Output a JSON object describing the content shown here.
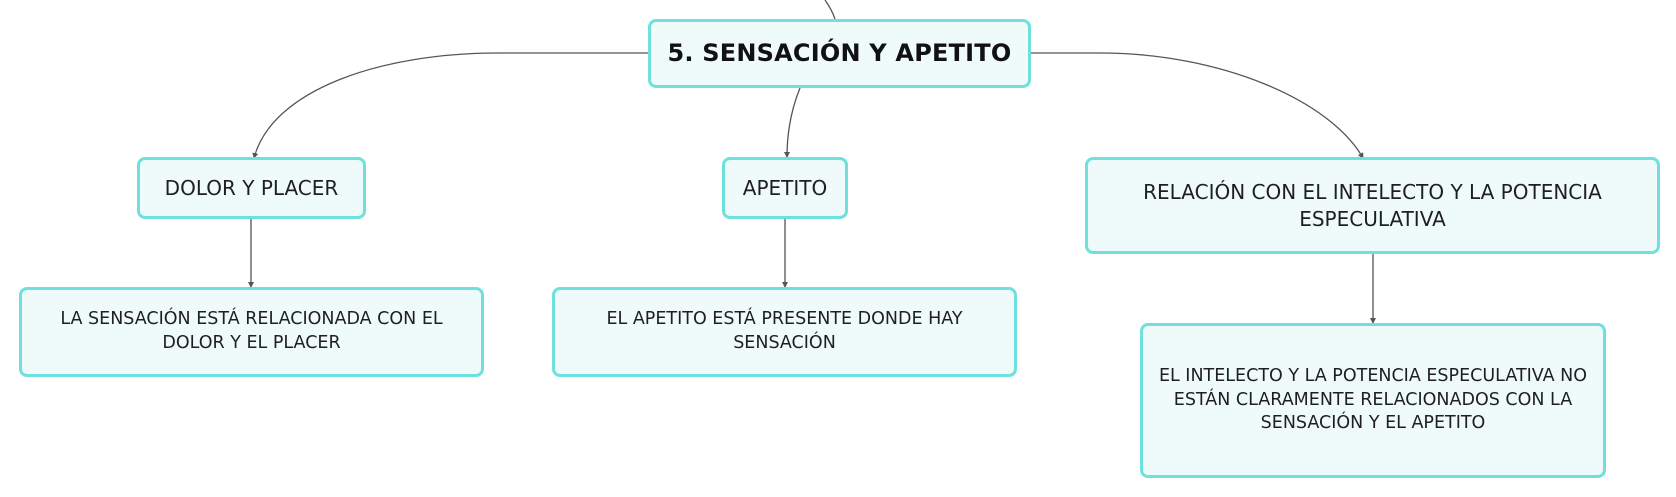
{
  "diagram": {
    "root": {
      "label": "5. SENSACIÓN Y APETITO"
    },
    "branches": [
      {
        "label": "DOLOR Y PLACER",
        "child": {
          "label": "LA SENSACIÓN ESTÁ RELACIONADA CON EL DOLOR Y EL PLACER"
        }
      },
      {
        "label": "APETITO",
        "child": {
          "label": "EL APETITO ESTÁ PRESENTE DONDE HAY SENSACIÓN"
        }
      },
      {
        "label": "RELACIÓN CON EL INTELECTO Y LA POTENCIA ESPECULATIVA",
        "child": {
          "label": "EL INTELECTO Y LA POTENCIA ESPECULATIVA NO ESTÁN CLARAMENTE RELACIONADOS CON LA SENSACIÓN Y EL APETITO"
        }
      }
    ]
  },
  "colors": {
    "node_fill": "#effbfa",
    "node_border": "#6ee0dd",
    "connector": "#555555"
  }
}
